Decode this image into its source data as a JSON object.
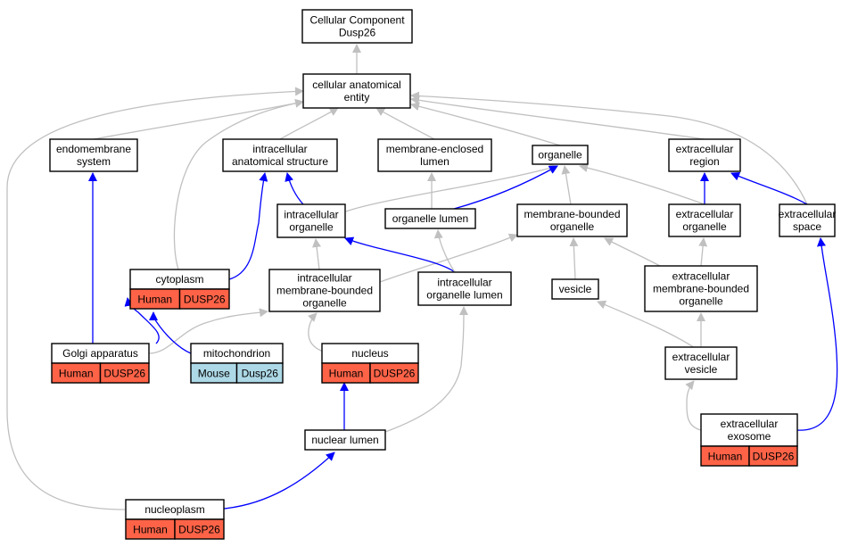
{
  "colors": {
    "gray_edge": "#c0c0c0",
    "blue_edge": "#0000ff",
    "human_tag": "#ff6347",
    "mouse_tag": "#add8e6"
  },
  "nodes": [
    {
      "id": "root",
      "lines": [
        "Cellular Component",
        "Dusp26"
      ]
    },
    {
      "id": "cae",
      "lines": [
        "cellular anatomical",
        "entity"
      ]
    },
    {
      "id": "endo",
      "lines": [
        "endomembrane",
        "system"
      ]
    },
    {
      "id": "ias",
      "lines": [
        "intracellular",
        "anatomical structure"
      ]
    },
    {
      "id": "mel",
      "lines": [
        "membrane-enclosed",
        "lumen"
      ]
    },
    {
      "id": "org",
      "lines": [
        "organelle"
      ]
    },
    {
      "id": "exr",
      "lines": [
        "extracellular",
        "region"
      ]
    },
    {
      "id": "io",
      "lines": [
        "intracellular",
        "organelle"
      ]
    },
    {
      "id": "ol",
      "lines": [
        "organelle lumen"
      ]
    },
    {
      "id": "mbo",
      "lines": [
        "membrane-bounded",
        "organelle"
      ]
    },
    {
      "id": "exo",
      "lines": [
        "extracellular",
        "organelle"
      ]
    },
    {
      "id": "exs",
      "lines": [
        "extracellular",
        "space"
      ]
    },
    {
      "id": "cyto",
      "lines": [
        "cytoplasm"
      ],
      "tags": [
        {
          "text": "Human",
          "kind": "human"
        },
        {
          "text": "DUSP26",
          "kind": "human"
        }
      ]
    },
    {
      "id": "imbo",
      "lines": [
        "intracellular",
        "membrane-bounded",
        "organelle"
      ]
    },
    {
      "id": "iol",
      "lines": [
        "intracellular",
        "organelle lumen"
      ]
    },
    {
      "id": "ves",
      "lines": [
        "vesicle"
      ]
    },
    {
      "id": "embo",
      "lines": [
        "extracellular",
        "membrane-bounded",
        "organelle"
      ]
    },
    {
      "id": "golgi",
      "lines": [
        "Golgi apparatus"
      ],
      "tags": [
        {
          "text": "Human",
          "kind": "human"
        },
        {
          "text": "DUSP26",
          "kind": "human"
        }
      ]
    },
    {
      "id": "mito",
      "lines": [
        "mitochondrion"
      ],
      "tags": [
        {
          "text": "Mouse",
          "kind": "mouse"
        },
        {
          "text": "Dusp26",
          "kind": "mouse"
        }
      ]
    },
    {
      "id": "nuc",
      "lines": [
        "nucleus"
      ],
      "tags": [
        {
          "text": "Human",
          "kind": "human"
        },
        {
          "text": "DUSP26",
          "kind": "human"
        }
      ]
    },
    {
      "id": "exv",
      "lines": [
        "extracellular",
        "vesicle"
      ]
    },
    {
      "id": "nl",
      "lines": [
        "nuclear lumen"
      ]
    },
    {
      "id": "exso",
      "lines": [
        "extracellular",
        "exosome"
      ],
      "tags": [
        {
          "text": "Human",
          "kind": "human"
        },
        {
          "text": "DUSP26",
          "kind": "human"
        }
      ]
    },
    {
      "id": "np",
      "lines": [
        "nucleoplasm"
      ],
      "tags": [
        {
          "text": "Human",
          "kind": "human"
        },
        {
          "text": "DUSP26",
          "kind": "human"
        }
      ]
    }
  ],
  "edges": [
    {
      "from": "cae",
      "to": "root",
      "kind": "gray"
    },
    {
      "from": "endo",
      "to": "cae",
      "kind": "gray"
    },
    {
      "from": "ias",
      "to": "cae",
      "kind": "gray"
    },
    {
      "from": "mel",
      "to": "cae",
      "kind": "gray"
    },
    {
      "from": "org",
      "to": "cae",
      "kind": "gray"
    },
    {
      "from": "exr",
      "to": "cae",
      "kind": "gray"
    },
    {
      "from": "exs",
      "to": "cae",
      "kind": "gray"
    },
    {
      "from": "cyto",
      "to": "cae",
      "kind": "gray"
    },
    {
      "from": "np",
      "to": "cae",
      "kind": "gray"
    },
    {
      "from": "io",
      "to": "ias",
      "kind": "blue"
    },
    {
      "from": "io",
      "to": "org",
      "kind": "gray"
    },
    {
      "from": "ol",
      "to": "mel",
      "kind": "gray"
    },
    {
      "from": "ol",
      "to": "org",
      "kind": "blue"
    },
    {
      "from": "mbo",
      "to": "org",
      "kind": "gray"
    },
    {
      "from": "exo",
      "to": "org",
      "kind": "gray"
    },
    {
      "from": "exo",
      "to": "exr",
      "kind": "blue"
    },
    {
      "from": "exs",
      "to": "exr",
      "kind": "blue"
    },
    {
      "from": "cyto",
      "to": "ias",
      "kind": "blue"
    },
    {
      "from": "imbo",
      "to": "io",
      "kind": "gray"
    },
    {
      "from": "imbo",
      "to": "mbo",
      "kind": "gray"
    },
    {
      "from": "iol",
      "to": "io",
      "kind": "blue"
    },
    {
      "from": "iol",
      "to": "ol",
      "kind": "gray"
    },
    {
      "from": "ves",
      "to": "mbo",
      "kind": "gray"
    },
    {
      "from": "embo",
      "to": "mbo",
      "kind": "gray"
    },
    {
      "from": "embo",
      "to": "exo",
      "kind": "gray"
    },
    {
      "from": "golgi",
      "to": "endo",
      "kind": "blue"
    },
    {
      "from": "golgi",
      "to": "cyto",
      "kind": "blue"
    },
    {
      "from": "golgi",
      "to": "imbo",
      "kind": "gray"
    },
    {
      "from": "mito",
      "to": "cyto",
      "kind": "blue"
    },
    {
      "from": "nuc",
      "to": "imbo",
      "kind": "gray"
    },
    {
      "from": "exv",
      "to": "ves",
      "kind": "gray"
    },
    {
      "from": "exv",
      "to": "embo",
      "kind": "gray"
    },
    {
      "from": "nl",
      "to": "nuc",
      "kind": "blue"
    },
    {
      "from": "nl",
      "to": "iol",
      "kind": "gray"
    },
    {
      "from": "exso",
      "to": "exv",
      "kind": "gray"
    },
    {
      "from": "exso",
      "to": "exs",
      "kind": "blue"
    },
    {
      "from": "np",
      "to": "nl",
      "kind": "blue"
    }
  ]
}
